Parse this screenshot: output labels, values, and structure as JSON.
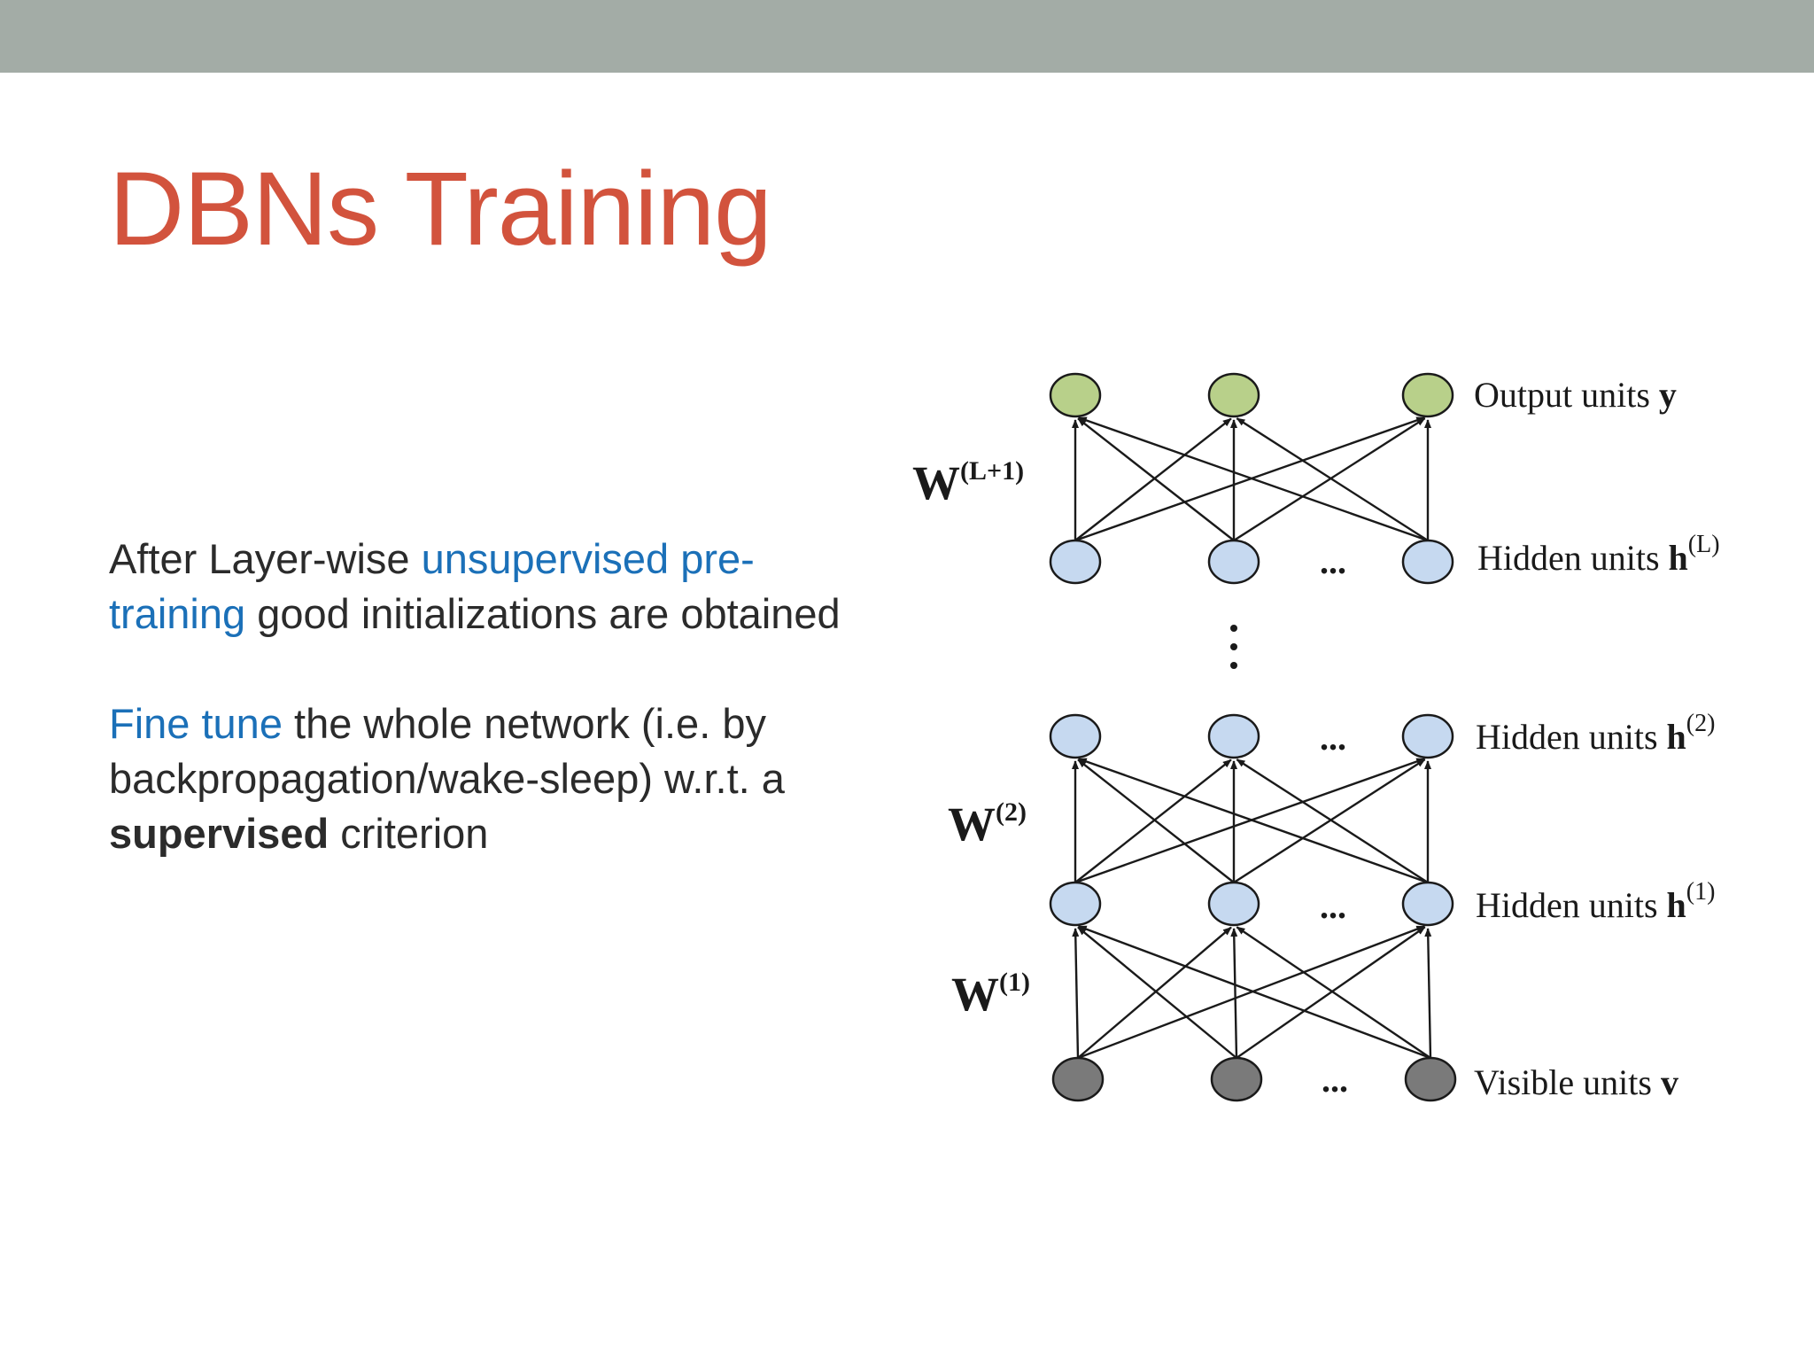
{
  "slide": {
    "title": "DBNs Training",
    "paragraph1": {
      "part1": "After Layer-wise  ",
      "part2": "unsupervised pre-training",
      "part3": " good initializations are obtained"
    },
    "paragraph2": {
      "part1": "Fine tune",
      "part2": " the whole network (i.e. by backpropagation/wake-sleep) w.r.t. a ",
      "part3": "supervised",
      "part4": " criterion"
    }
  },
  "diagram": {
    "colors": {
      "output": "#b8d08a",
      "hidden": "#c6d9f0",
      "visible": "#7a7a7a",
      "edge": "#1a1a1a"
    },
    "layers": {
      "output": {
        "label": "Output units ",
        "symbol": "y",
        "sup": ""
      },
      "hidden_L": {
        "label": "Hidden units ",
        "symbol": "h",
        "sup": "(L)"
      },
      "hidden_2": {
        "label": "Hidden units ",
        "symbol": "h",
        "sup": "(2)"
      },
      "hidden_1": {
        "label": "Hidden units ",
        "symbol": "h",
        "sup": "(1)"
      },
      "visible": {
        "label": "Visible units ",
        "symbol": "v",
        "sup": ""
      }
    },
    "weights": {
      "w_top": {
        "symbol": "W",
        "sup": "(L+1)"
      },
      "w_2": {
        "symbol": "W",
        "sup": "(2)"
      },
      "w_1": {
        "symbol": "W",
        "sup": "(1)"
      }
    },
    "ellipsis": "..."
  }
}
